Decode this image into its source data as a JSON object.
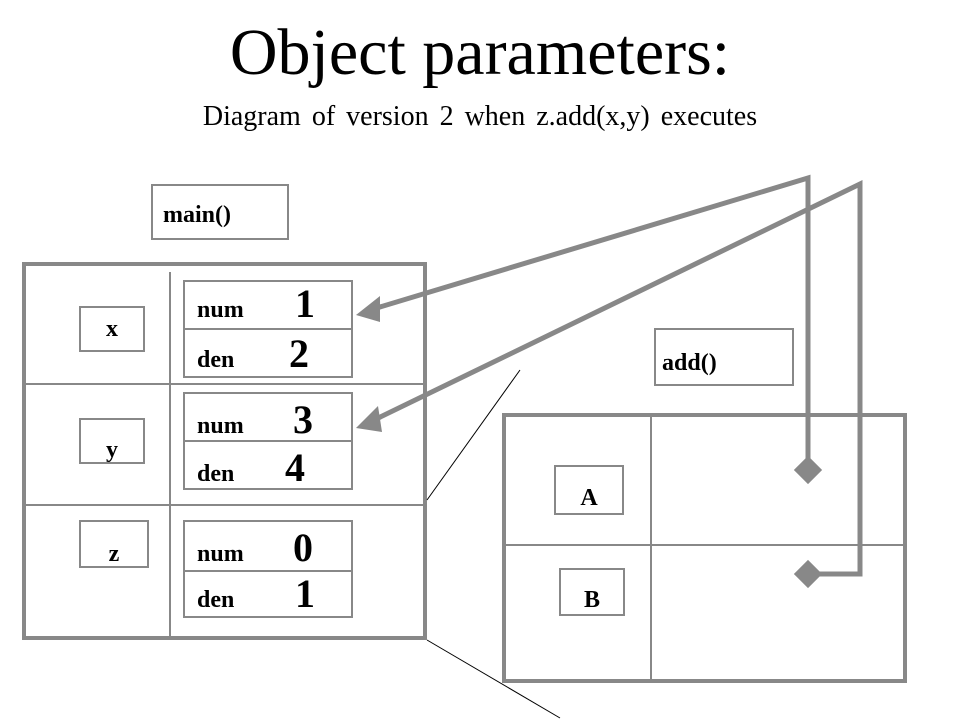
{
  "title": "Object parameters:",
  "subtitle": "Diagram of version 2 when z.add(x,y) executes",
  "main_frame": {
    "label": "main()",
    "variables": [
      {
        "name": "x",
        "num_label": "num",
        "num_value": "1",
        "den_label": "den",
        "den_value": "2"
      },
      {
        "name": "y",
        "num_label": "num",
        "num_value": "3",
        "den_label": "den",
        "den_value": "4"
      },
      {
        "name": "z",
        "num_label": "num",
        "num_value": "0",
        "den_label": "den",
        "den_value": "1"
      }
    ]
  },
  "add_frame": {
    "label": "add()",
    "parameters": [
      "A",
      "B"
    ]
  },
  "colors": {
    "line": "#888888",
    "text": "#000000",
    "background": "#ffffff"
  }
}
